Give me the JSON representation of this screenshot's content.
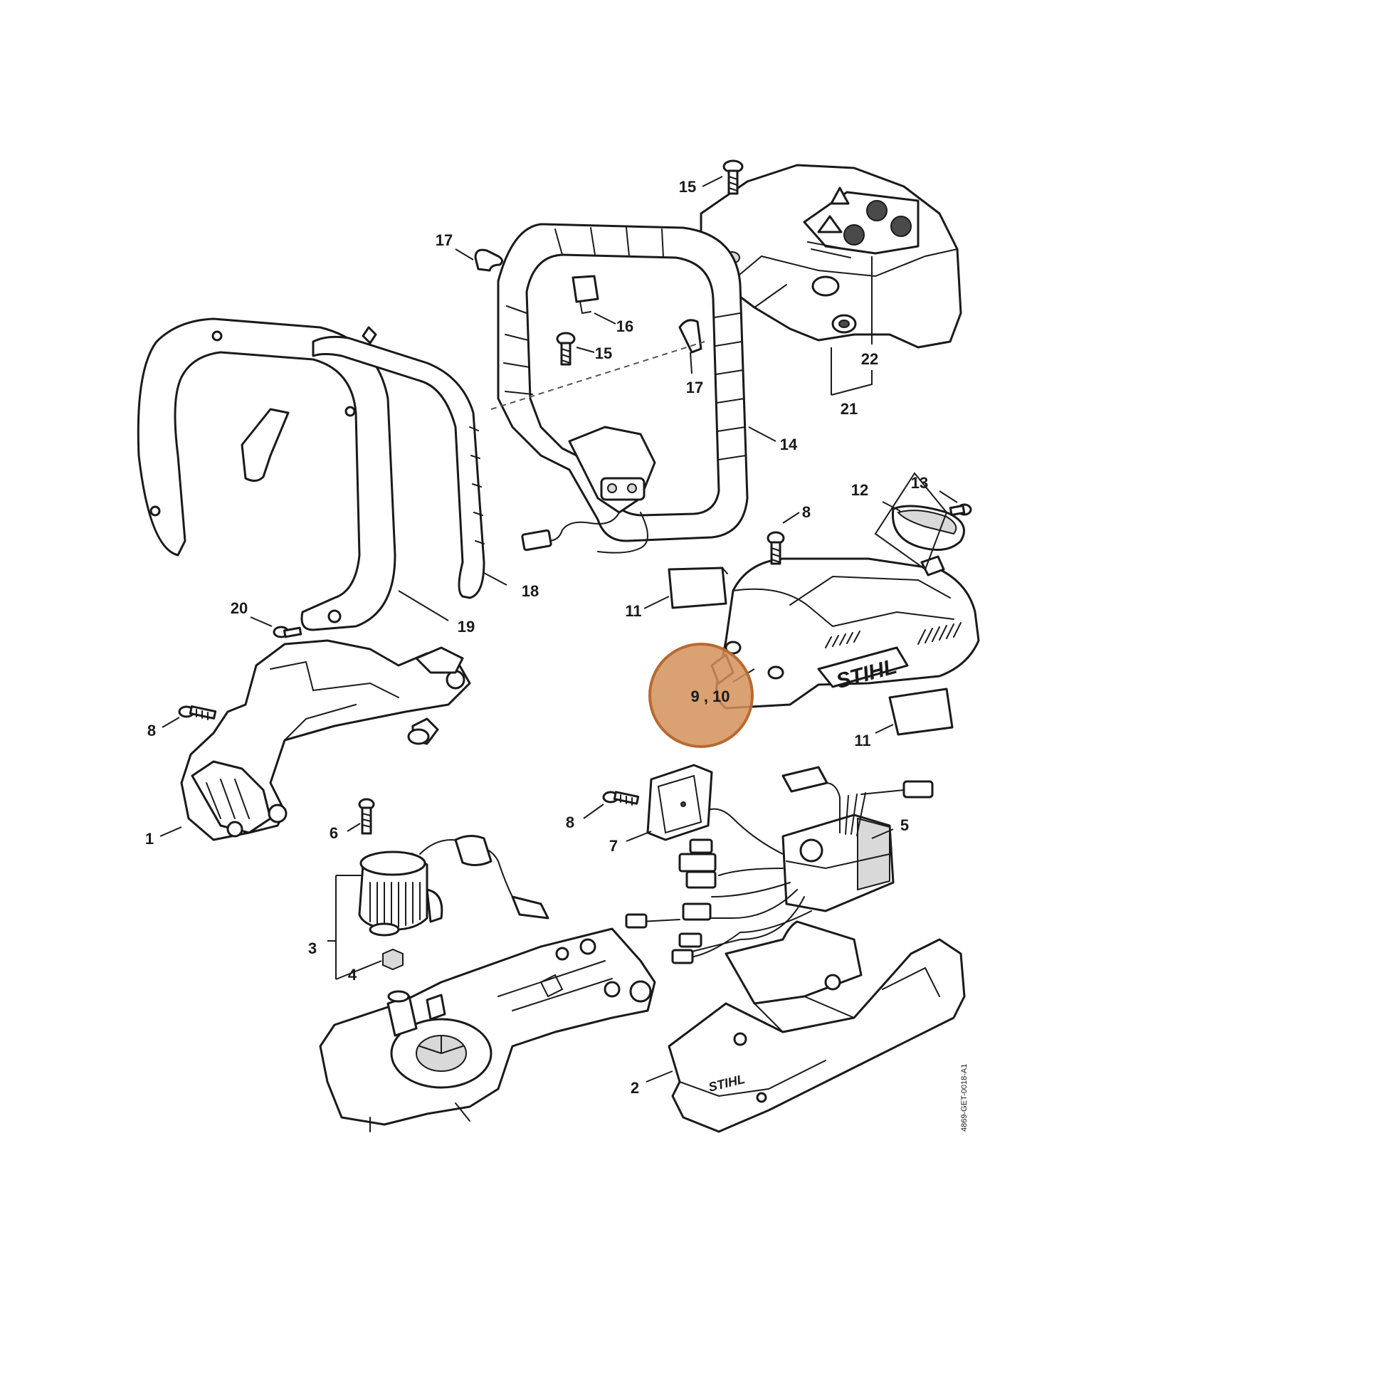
{
  "diagram": {
    "brand_text": "STIHL",
    "document_code": "4869-GET-0018-A1",
    "highlight_color": "#d4915a",
    "highlight_stroke": "#b86a30",
    "labels": {
      "p1": "1",
      "p2": "2",
      "p3": "3",
      "p4": "4",
      "p5": "5",
      "p6": "6",
      "p7": "7",
      "p8a": "8",
      "p8b": "8",
      "p8c": "8",
      "p9_10": "9 , 10",
      "p11a": "11",
      "p11b": "11",
      "p12": "12",
      "p13": "13",
      "p14": "14",
      "p15a": "15",
      "p15b": "15",
      "p16": "16",
      "p17a": "17",
      "p17b": "17",
      "p18": "18",
      "p19": "19",
      "p20": "20",
      "p21": "21",
      "p22": "22"
    }
  }
}
